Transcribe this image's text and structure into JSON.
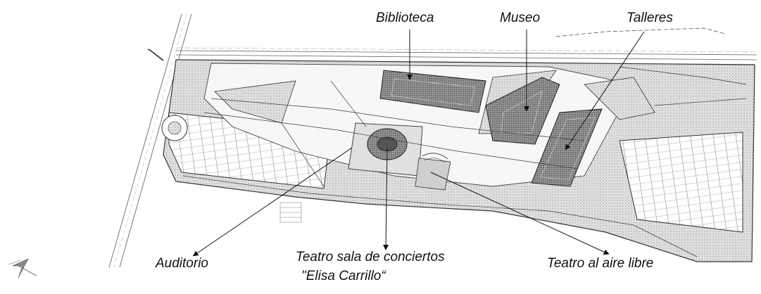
{
  "labels": {
    "biblioteca": "Biblioteca",
    "museo": "Museo",
    "talleres": "Talleres",
    "auditorio": "Auditorio",
    "teatro_sala_line1": "Teatro sala de conciertos",
    "teatro_sala_line2": "\"Elisa Carrillo“",
    "teatro_aire": "Teatro al aire libre"
  },
  "colors": {
    "ink": "#111111",
    "linework": "#3a3a3a",
    "stipple": "#bdbdbd",
    "background": "#ffffff"
  },
  "icons": {
    "north_arrow": "north-arrow-icon"
  }
}
